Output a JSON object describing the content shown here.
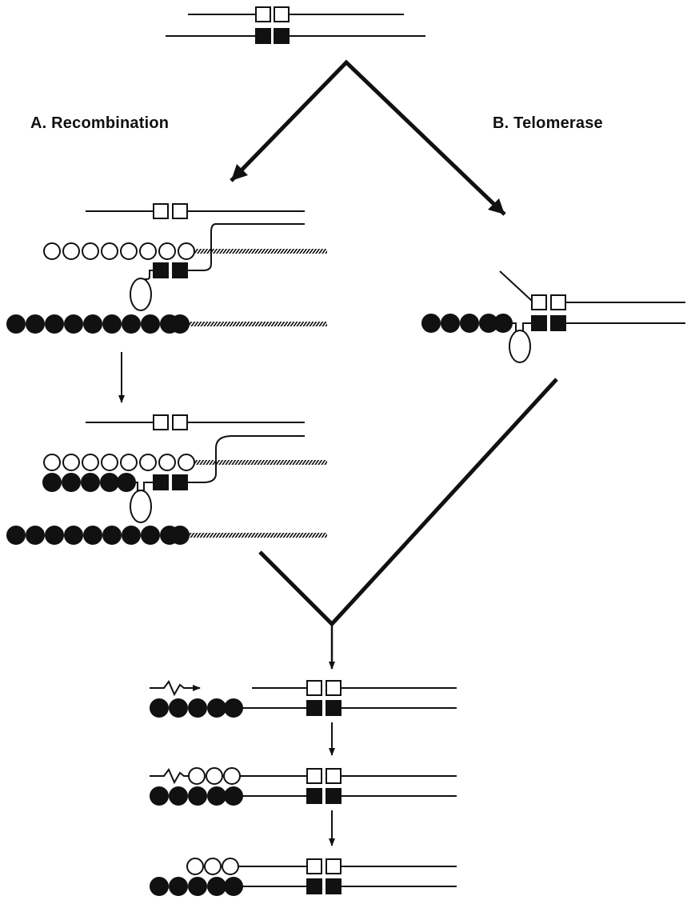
{
  "labels": {
    "recombination": "A.  Recombination",
    "telomerase": "B.  Telomerase"
  },
  "colors": {
    "ink": "#111111",
    "background": "#ffffff"
  },
  "elements": {
    "filled_repeat": "filled-circle",
    "open_repeat": "open-circle",
    "open_box": "open-square",
    "filled_box": "filled-square",
    "hatched_strand": "hatched-line"
  }
}
